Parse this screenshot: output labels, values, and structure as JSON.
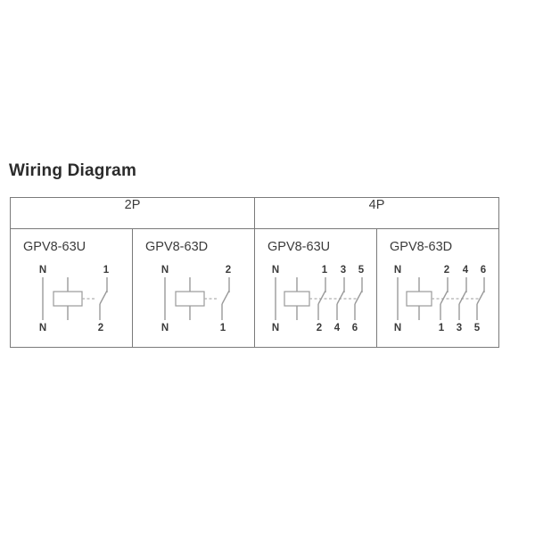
{
  "page": {
    "title": "Wiring Diagram",
    "background_color": "#ffffff",
    "text_color": "#3b3b3b",
    "border_color": "#7a7a7a",
    "line_color": "#9a9a9a"
  },
  "table": {
    "group_headers": [
      {
        "label": "2P",
        "span": 2
      },
      {
        "label": "4P",
        "span": 2
      }
    ],
    "columns": [
      {
        "model": "GPV8-63U",
        "pole": "2P",
        "diagram": {
          "type": "breaker-2p",
          "top_terminals": [
            "N",
            "1"
          ],
          "bottom_terminals": [
            "N",
            "2"
          ],
          "poles": 1
        }
      },
      {
        "model": "GPV8-63D",
        "pole": "2P",
        "diagram": {
          "type": "breaker-2p",
          "top_terminals": [
            "N",
            "2"
          ],
          "bottom_terminals": [
            "N",
            "1"
          ],
          "poles": 1
        }
      },
      {
        "model": "GPV8-63U",
        "pole": "4P",
        "diagram": {
          "type": "breaker-4p",
          "top_terminals": [
            "N",
            "1",
            "3",
            "5"
          ],
          "bottom_terminals": [
            "N",
            "2",
            "4",
            "6"
          ],
          "poles": 3
        }
      },
      {
        "model": "GPV8-63D",
        "pole": "4P",
        "diagram": {
          "type": "breaker-4p",
          "top_terminals": [
            "N",
            "2",
            "4",
            "6"
          ],
          "bottom_terminals": [
            "N",
            "1",
            "3",
            "5"
          ],
          "poles": 3
        }
      }
    ]
  }
}
